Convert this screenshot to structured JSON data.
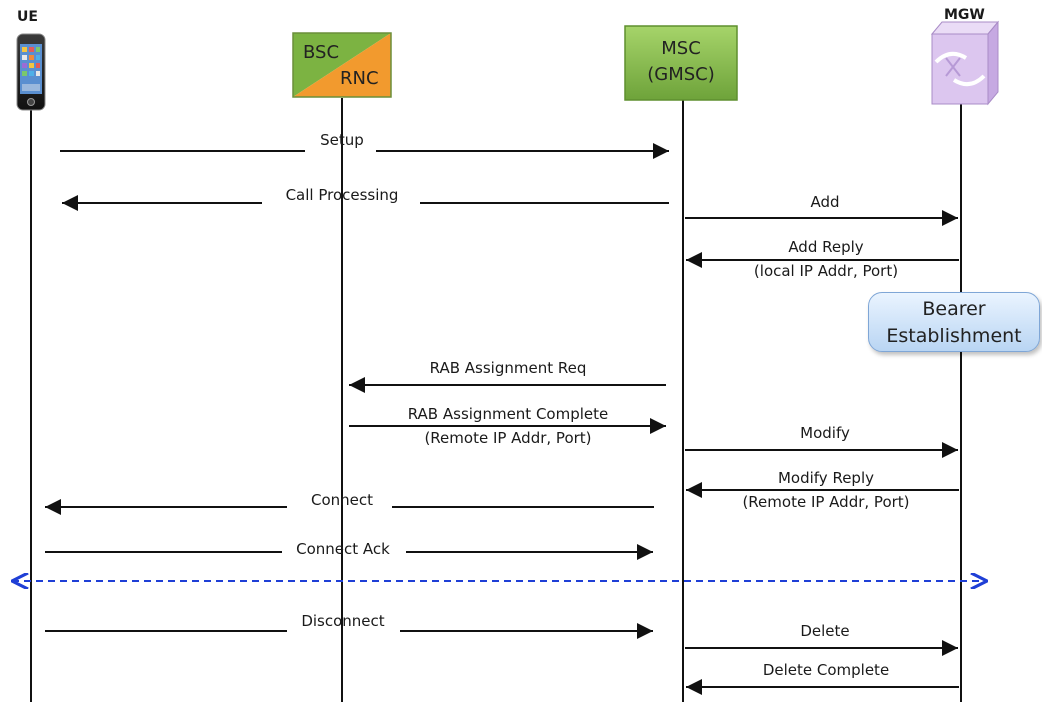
{
  "actors": {
    "ue": "UE",
    "bsc": "BSC",
    "rnc": "RNC",
    "msc_line1": "MSC",
    "msc_line2": "(GMSC)",
    "mgw": "MGW"
  },
  "messages": {
    "setup": "Setup",
    "call_processing": "Call Processing",
    "add": "Add",
    "add_reply": "Add Reply",
    "add_reply_detail": "(local IP Addr, Port)",
    "rab_req": "RAB Assignment Req",
    "rab_complete": "RAB Assignment Complete",
    "rab_complete_detail": "(Remote IP Addr, Port)",
    "modify": "Modify",
    "modify_reply": "Modify Reply",
    "modify_reply_detail": "(Remote IP Addr, Port)",
    "connect": "Connect",
    "connect_ack": "Connect Ack",
    "disconnect": "Disconnect",
    "delete": "Delete",
    "delete_complete": "Delete Complete"
  },
  "annotations": {
    "bearer_line1": "Bearer",
    "bearer_line2": "Establishment"
  },
  "colors": {
    "bsc_green": "#7cb342",
    "rnc_orange": "#f29a2e",
    "msc_green": "#8cc152",
    "mgw_purple": "#d9c2ec",
    "dashed_blue": "#1f3fd6",
    "bearer_blue": "#c9e0f8"
  }
}
